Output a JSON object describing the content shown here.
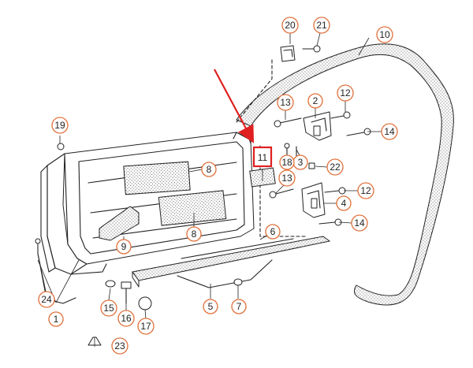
{
  "diagram": {
    "callouts": [
      {
        "id": "c1",
        "label": "1"
      },
      {
        "id": "c2",
        "label": "2"
      },
      {
        "id": "c3",
        "label": "3"
      },
      {
        "id": "c4",
        "label": "4"
      },
      {
        "id": "c5",
        "label": "5"
      },
      {
        "id": "c6",
        "label": "6"
      },
      {
        "id": "c7",
        "label": "7"
      },
      {
        "id": "c8a",
        "label": "8"
      },
      {
        "id": "c8b",
        "label": "8"
      },
      {
        "id": "c9",
        "label": "9"
      },
      {
        "id": "c10",
        "label": "10"
      },
      {
        "id": "c11",
        "label": "11"
      },
      {
        "id": "c12a",
        "label": "12"
      },
      {
        "id": "c12b",
        "label": "12"
      },
      {
        "id": "c13a",
        "label": "13"
      },
      {
        "id": "c13b",
        "label": "13"
      },
      {
        "id": "c14a",
        "label": "14"
      },
      {
        "id": "c14b",
        "label": "14"
      },
      {
        "id": "c15",
        "label": "15"
      },
      {
        "id": "c16",
        "label": "16"
      },
      {
        "id": "c17",
        "label": "17"
      },
      {
        "id": "c18",
        "label": "18"
      },
      {
        "id": "c19",
        "label": "19"
      },
      {
        "id": "c20",
        "label": "20"
      },
      {
        "id": "c21",
        "label": "21"
      },
      {
        "id": "c22",
        "label": "22"
      },
      {
        "id": "c23",
        "label": "23"
      },
      {
        "id": "c24",
        "label": "24"
      }
    ],
    "highlight": {
      "label": "11",
      "color": "#e02020"
    },
    "accent_color": "#e0703a"
  }
}
